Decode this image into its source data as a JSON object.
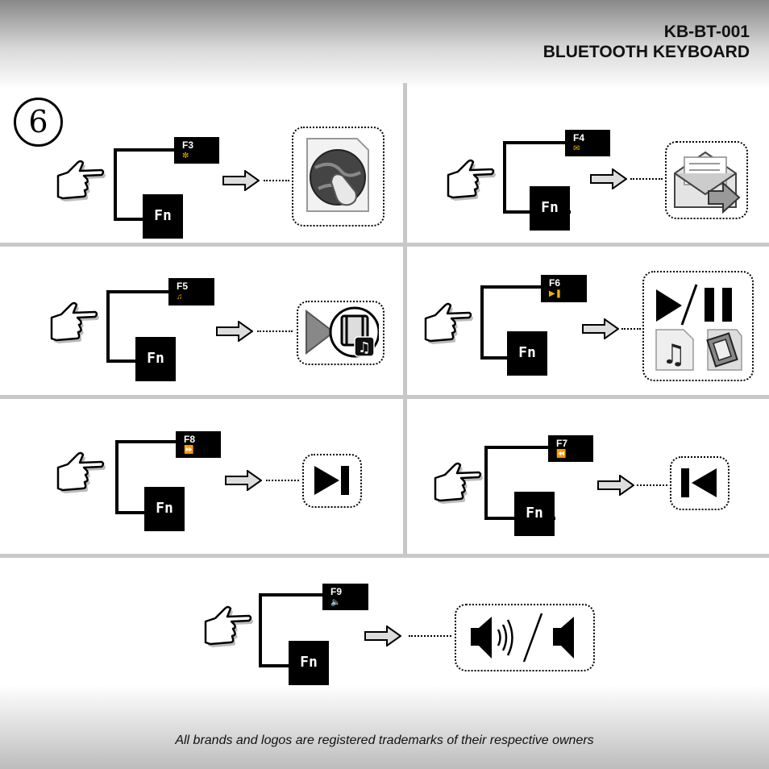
{
  "header": {
    "model": "KB-BT-001",
    "product": "BLUETOOTH KEYBOARD"
  },
  "step": {
    "number": "6"
  },
  "shortcuts": [
    {
      "id": "f3",
      "fkey": "F3",
      "fn": "Fn",
      "icon_name": "internet-browser-icon",
      "key_icon": "internet-icon"
    },
    {
      "id": "f4",
      "fkey": "F4",
      "fn": "Fn",
      "icon_name": "email-icon",
      "key_icon": "mail-icon"
    },
    {
      "id": "f5",
      "fkey": "F5",
      "fn": "Fn",
      "icon_name": "media-player-icon",
      "key_icon": "music-note-icon"
    },
    {
      "id": "f6",
      "fkey": "F6",
      "fn": "Fn",
      "icon_name": "play-pause-icon",
      "key_icon": "play-pause-small-icon"
    },
    {
      "id": "f8",
      "fkey": "F8",
      "fn": "Fn",
      "icon_name": "next-track-icon",
      "key_icon": "fast-forward-icon"
    },
    {
      "id": "f7",
      "fkey": "F7",
      "fn": "Fn",
      "icon_name": "previous-track-icon",
      "key_icon": "rewind-icon"
    },
    {
      "id": "f9",
      "fkey": "F9",
      "fn": "Fn",
      "icon_name": "mute-icon",
      "key_icon": "speaker-icon"
    }
  ],
  "footer": {
    "text": "All brands and logos are registered trademarks of their respective owners"
  },
  "colors": {
    "key_bg": "#000000",
    "key_icon": "#f0b400",
    "divider": "#c8c8c8"
  }
}
